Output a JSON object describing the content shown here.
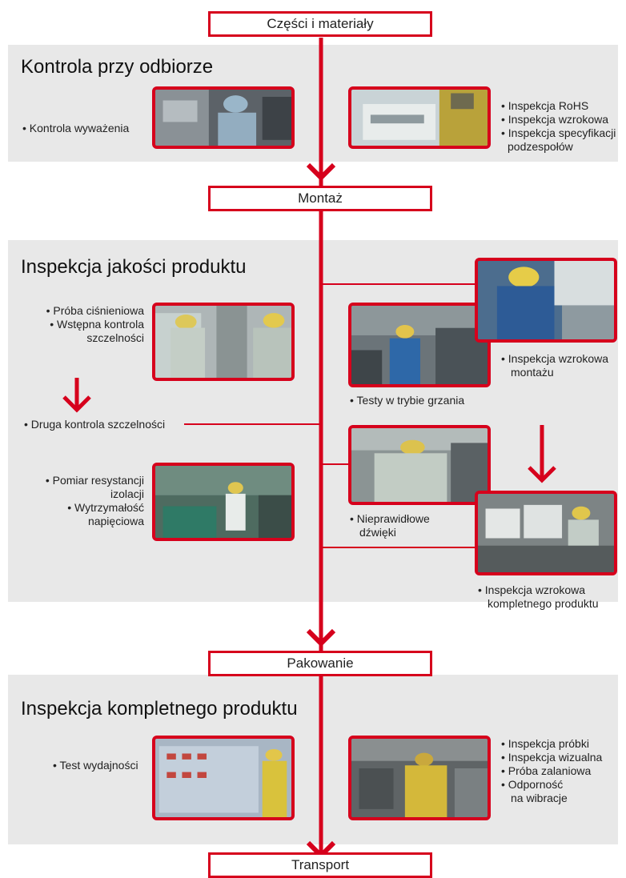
{
  "stages": {
    "parts": "Części i materiały",
    "assembly": "Montaż",
    "packing": "Pakowanie",
    "transport": "Transport"
  },
  "sections": {
    "incoming": {
      "title": "Kontrola przy odbiorze",
      "left_items": [
        "• Kontrola wyważenia"
      ],
      "right_items": [
        "• Inspekcja RoHS",
        "• Inspekcja wzrokowa",
        "• Inspekcja specyfikacji",
        "  podzespołów"
      ]
    },
    "quality": {
      "title": "Inspekcja jakości produktu",
      "pressure": [
        "• Próba ciśnieniowa",
        "• Wstępna kontrola",
        "szczelności"
      ],
      "leak2": "• Druga kontrola szczelności",
      "insulation": [
        "• Pomiar resystancji",
        "izolacji",
        "• Wytrzymałość",
        "napięciowa"
      ],
      "heating": "• Testy w trybie grzania",
      "visual_assembly": [
        "• Inspekcja wzrokowa",
        "montażu"
      ],
      "noise": [
        "• Nieprawidłowe",
        "dźwięki"
      ],
      "visual_final": [
        "• Inspekcja wzrokowa",
        "kompletnego produktu"
      ]
    },
    "final": {
      "title": "Inspekcja kompletnego produktu",
      "left_items": [
        "• Test wydajności"
      ],
      "right_items": [
        "• Inspekcja próbki",
        "• Inspekcja wizualna",
        "• Próba zalaniowa",
        "• Odporność",
        "na wibracje"
      ]
    }
  },
  "colors": {
    "accent": "#d6001c",
    "panel": "#e8e8e8"
  },
  "photos": [
    "balance-check-photo",
    "rohs-inspection-photo",
    "pressure-test-photo",
    "heating-test-photo",
    "assembly-visual-photo",
    "noise-test-photo",
    "insulation-test-photo",
    "final-visual-photo",
    "performance-test-photo",
    "sample-inspection-photo"
  ]
}
